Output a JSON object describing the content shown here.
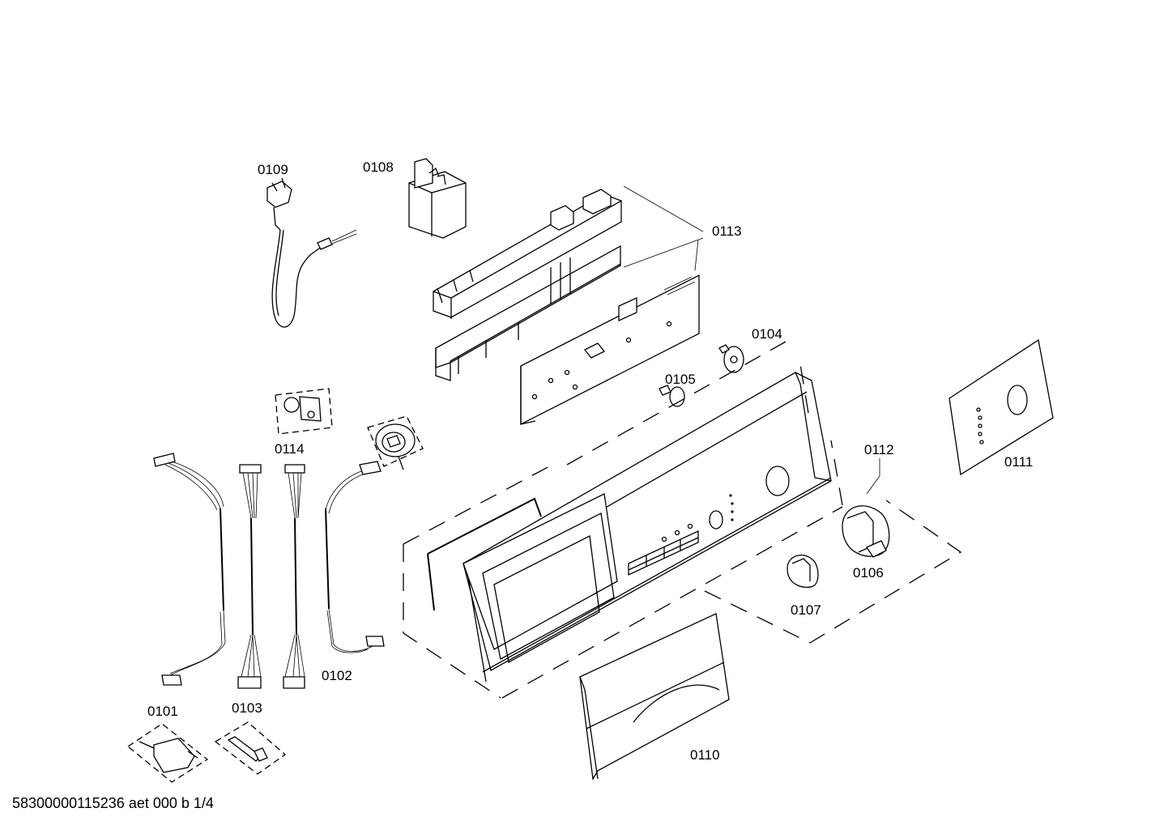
{
  "parts": [
    {
      "id": "p0101",
      "label": "0101"
    },
    {
      "id": "p0102",
      "label": "0102"
    },
    {
      "id": "p0103",
      "label": "0103"
    },
    {
      "id": "p0104",
      "label": "0104"
    },
    {
      "id": "p0105",
      "label": "0105"
    },
    {
      "id": "p0106",
      "label": "0106"
    },
    {
      "id": "p0107",
      "label": "0107"
    },
    {
      "id": "p0108",
      "label": "0108"
    },
    {
      "id": "p0109",
      "label": "0109"
    },
    {
      "id": "p0110",
      "label": "0110"
    },
    {
      "id": "p0111",
      "label": "0111"
    },
    {
      "id": "p0112",
      "label": "0112"
    },
    {
      "id": "p0113",
      "label": "0113"
    },
    {
      "id": "p0114",
      "label": "0114"
    }
  ],
  "footer": {
    "drawing_id": "58300000115236 aet 000 b 1/4"
  }
}
